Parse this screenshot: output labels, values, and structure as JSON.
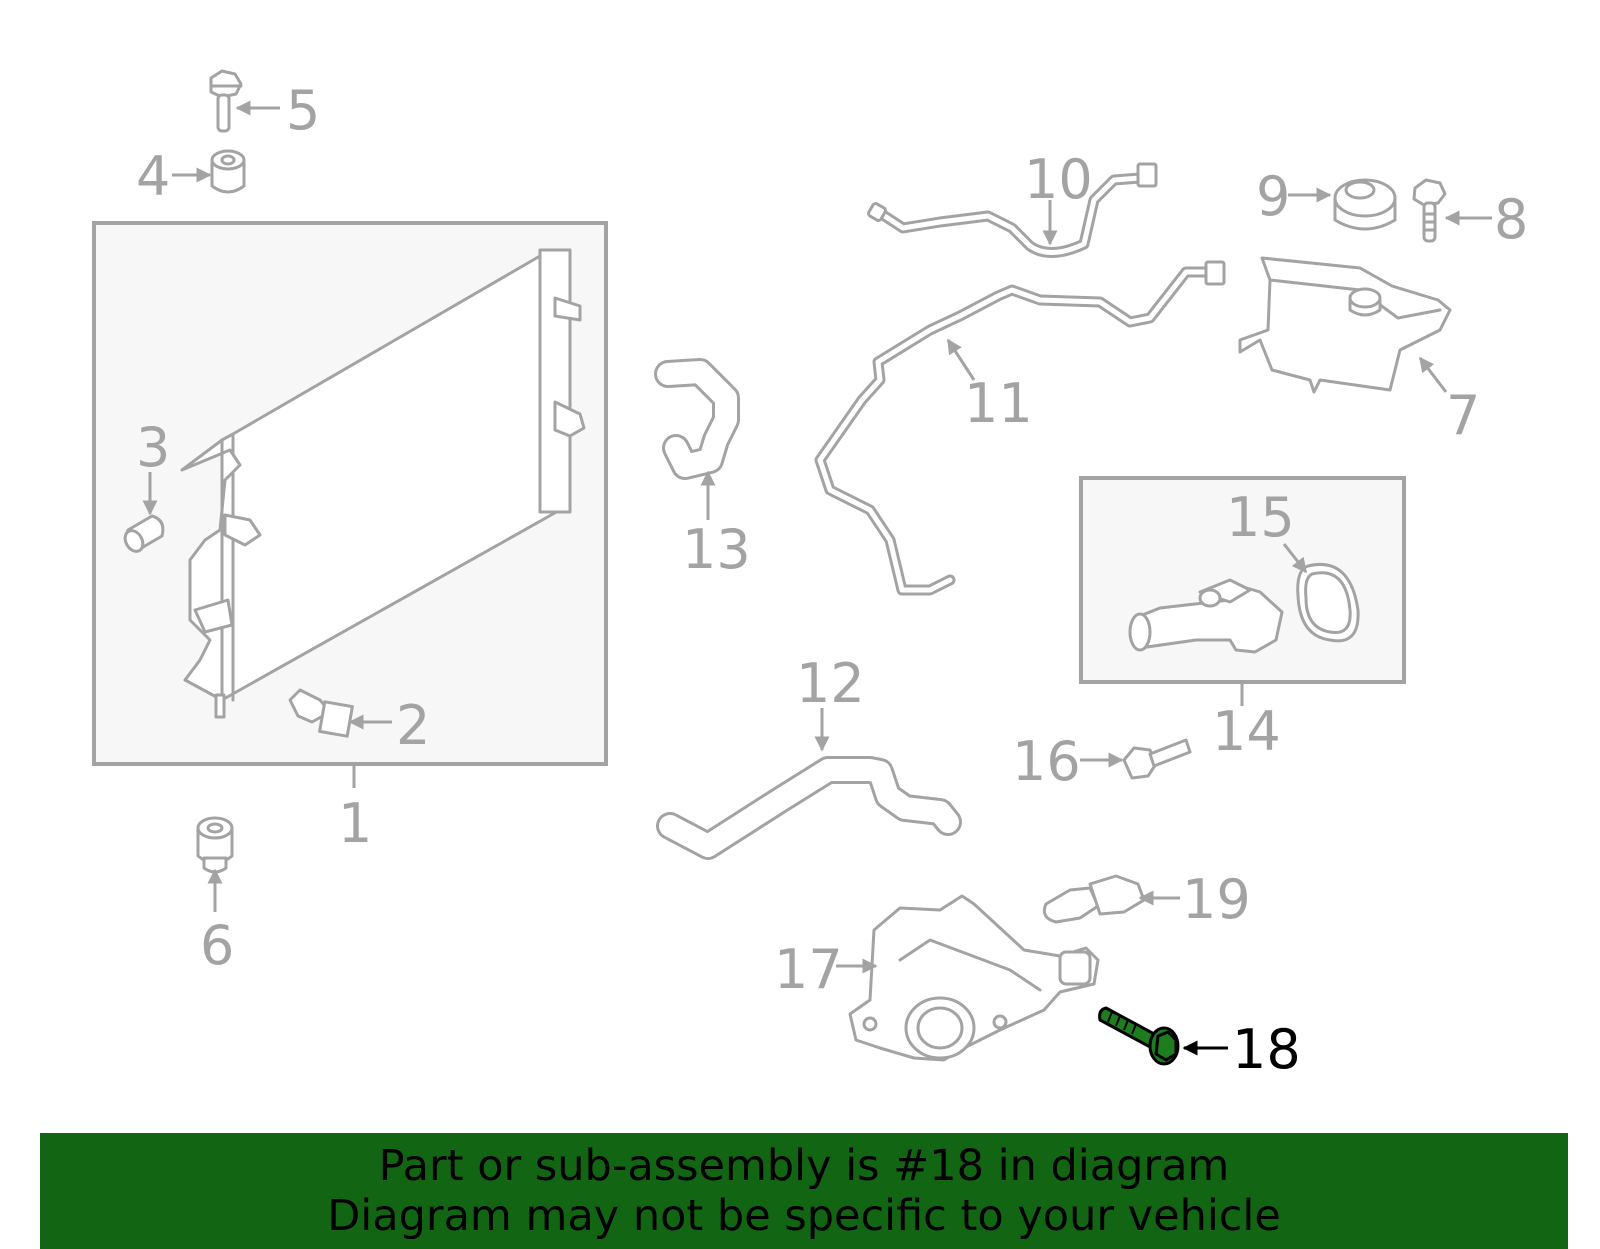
{
  "colors": {
    "part_stroke": "#a3a3a3",
    "highlight_part": "#1e7d1e",
    "banner_background": "#126512",
    "banner_text": "#000000",
    "highlight_label": "#000000"
  },
  "callouts": {
    "c1": "1",
    "c2": "2",
    "c3": "3",
    "c4": "4",
    "c5": "5",
    "c6": "6",
    "c7": "7",
    "c8": "8",
    "c9": "9",
    "c10": "10",
    "c11": "11",
    "c12": "12",
    "c13": "13",
    "c14": "14",
    "c15": "15",
    "c16": "16",
    "c17": "17",
    "c18": "18",
    "c19": "19"
  },
  "highlighted_part": "18",
  "banner": {
    "line1": "Part or sub-assembly is #18 in diagram",
    "line2": "Diagram may not be specific to your vehicle"
  }
}
